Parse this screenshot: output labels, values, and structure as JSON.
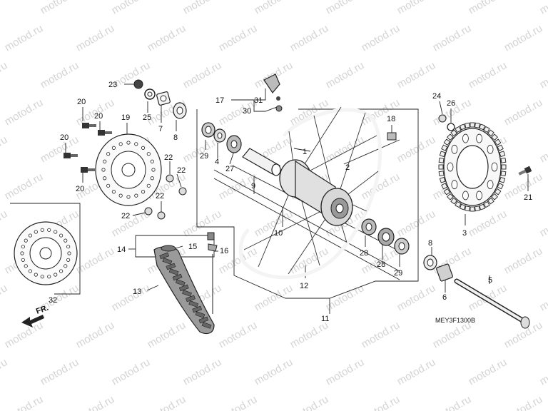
{
  "watermark": "motod.ru",
  "diagram_code": "MEY3F1300B",
  "front_indicator": "FR.",
  "callouts": [
    {
      "id": "c1",
      "text": "1"
    },
    {
      "id": "c2",
      "text": "2"
    },
    {
      "id": "c3",
      "text": "3"
    },
    {
      "id": "c4",
      "text": "4"
    },
    {
      "id": "c5",
      "text": "5"
    },
    {
      "id": "c6",
      "text": "6"
    },
    {
      "id": "c7",
      "text": "7"
    },
    {
      "id": "c8a",
      "text": "8"
    },
    {
      "id": "c8b",
      "text": "8"
    },
    {
      "id": "c9",
      "text": "9"
    },
    {
      "id": "c10",
      "text": "10"
    },
    {
      "id": "c11",
      "text": "11"
    },
    {
      "id": "c12",
      "text": "12"
    },
    {
      "id": "c13",
      "text": "13"
    },
    {
      "id": "c14",
      "text": "14"
    },
    {
      "id": "c15",
      "text": "15"
    },
    {
      "id": "c16",
      "text": "16"
    },
    {
      "id": "c17",
      "text": "17"
    },
    {
      "id": "c18",
      "text": "18"
    },
    {
      "id": "c19",
      "text": "19"
    },
    {
      "id": "c20a",
      "text": "20"
    },
    {
      "id": "c20b",
      "text": "20"
    },
    {
      "id": "c20c",
      "text": "20"
    },
    {
      "id": "c20d",
      "text": "20"
    },
    {
      "id": "c21",
      "text": "21"
    },
    {
      "id": "c22a",
      "text": "22"
    },
    {
      "id": "c22b",
      "text": "22"
    },
    {
      "id": "c22c",
      "text": "22"
    },
    {
      "id": "c22d",
      "text": "22"
    },
    {
      "id": "c23",
      "text": "23"
    },
    {
      "id": "c24",
      "text": "24"
    },
    {
      "id": "c25",
      "text": "25"
    },
    {
      "id": "c26",
      "text": "26"
    },
    {
      "id": "c27",
      "text": "27"
    },
    {
      "id": "c28a",
      "text": "28"
    },
    {
      "id": "c28b",
      "text": "28"
    },
    {
      "id": "c29a",
      "text": "29"
    },
    {
      "id": "c29b",
      "text": "29"
    },
    {
      "id": "c30",
      "text": "30"
    },
    {
      "id": "c31",
      "text": "31"
    },
    {
      "id": "c32",
      "text": "32"
    }
  ]
}
